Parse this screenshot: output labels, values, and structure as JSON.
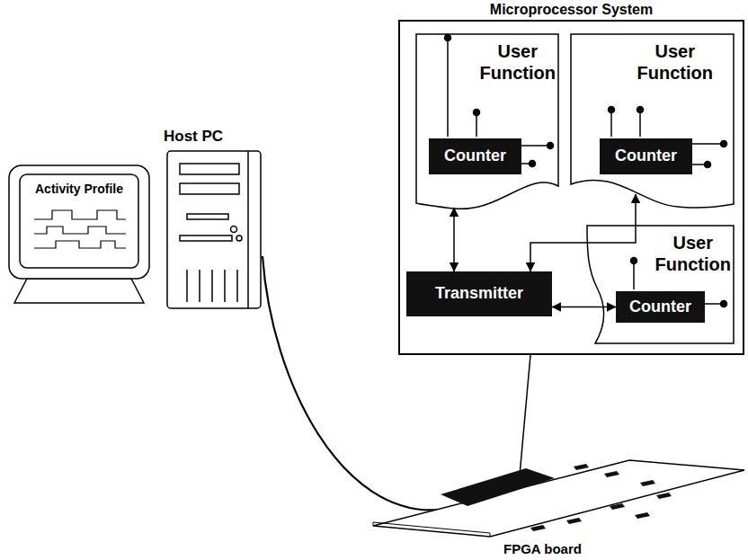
{
  "diagram": {
    "nodes": [
      {
        "text": [
          "Microprocessor System"
        ]
      },
      {
        "text": [
          "User Function"
        ],
        "in": 0
      },
      {
        "text": [
          "Counter"
        ],
        "in": 1
      },
      {
        "text": [
          "User Function"
        ],
        "in": 0
      },
      {
        "text": [
          "Counter"
        ],
        "in": 3
      },
      {
        "text": [
          "Transmitter"
        ],
        "in": 0
      },
      {
        "text": [
          "User Function"
        ],
        "in": 0
      },
      {
        "text": [
          "Counter"
        ],
        "in": 6
      },
      {
        "text": [
          "Host PC"
        ]
      },
      {
        "text": [
          "Activity Profile"
        ]
      },
      {
        "text": [
          "FPGA board"
        ]
      }
    ],
    "edges": [
      {
        "from": 5,
        "to": 1,
        "arrow": "both"
      },
      {
        "from": 5,
        "to": 3,
        "arrow": "both"
      },
      {
        "from": 5,
        "to": 7,
        "arrow": "both"
      },
      {
        "from": 8,
        "to": 10,
        "arrow": "none"
      },
      {
        "from": 10,
        "to": 0,
        "arrow": "none"
      }
    ]
  }
}
